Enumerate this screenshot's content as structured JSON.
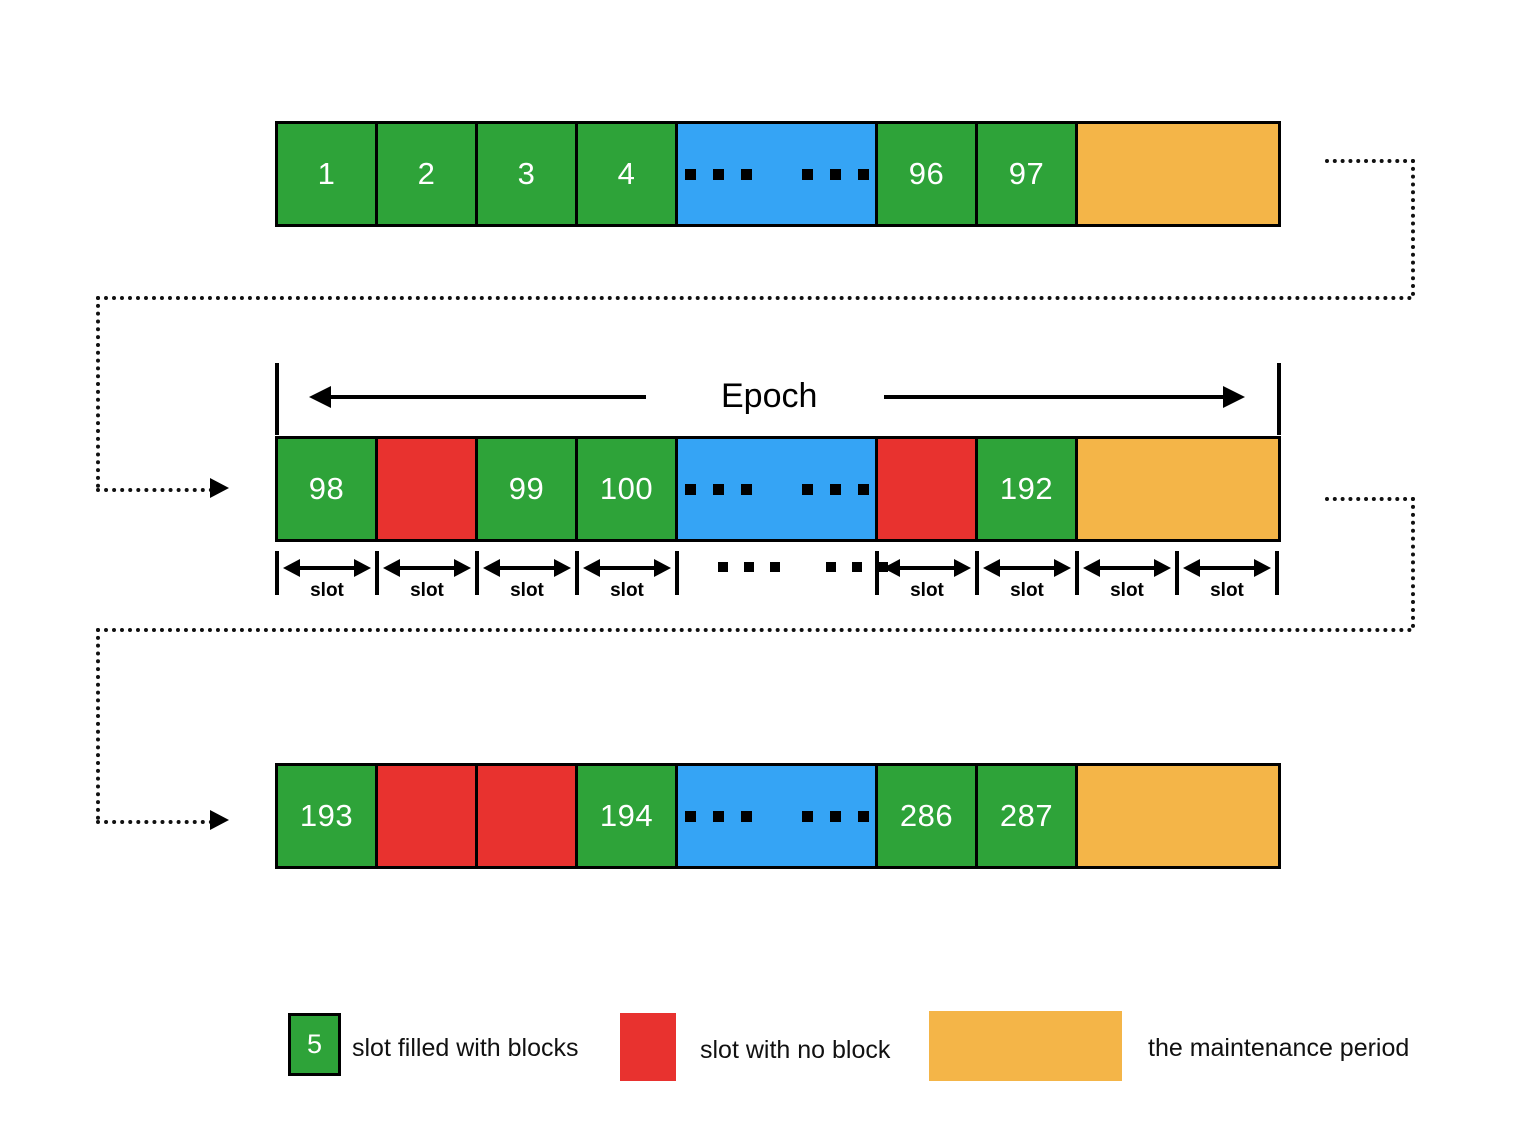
{
  "diagram": {
    "title_label": "Epoch",
    "colors": {
      "green": "#2EA339",
      "red": "#E8322F",
      "blue": "#35A4F5",
      "orange": "#F4B548",
      "outline": "#000000"
    },
    "rows": [
      {
        "name": "row-1",
        "cells": [
          {
            "type": "green",
            "label": "1"
          },
          {
            "type": "green",
            "label": "2"
          },
          {
            "type": "green",
            "label": "3"
          },
          {
            "type": "green",
            "label": "4"
          },
          {
            "type": "blue",
            "label": ""
          },
          {
            "type": "green",
            "label": "96"
          },
          {
            "type": "green",
            "label": "97"
          },
          {
            "type": "orange",
            "label": ""
          }
        ]
      },
      {
        "name": "row-2",
        "cells": [
          {
            "type": "green",
            "label": "98"
          },
          {
            "type": "red",
            "label": ""
          },
          {
            "type": "green",
            "label": "99"
          },
          {
            "type": "green",
            "label": "100"
          },
          {
            "type": "blue",
            "label": ""
          },
          {
            "type": "red",
            "label": ""
          },
          {
            "type": "green",
            "label": "192"
          },
          {
            "type": "orange",
            "label": ""
          }
        ]
      },
      {
        "name": "row-3",
        "cells": [
          {
            "type": "green",
            "label": "193"
          },
          {
            "type": "red",
            "label": ""
          },
          {
            "type": "red",
            "label": ""
          },
          {
            "type": "green",
            "label": "194"
          },
          {
            "type": "blue",
            "label": ""
          },
          {
            "type": "green",
            "label": "286"
          },
          {
            "type": "green",
            "label": "287"
          },
          {
            "type": "orange",
            "label": ""
          }
        ]
      }
    ],
    "slot_ruler": {
      "left_labels": [
        "slot",
        "slot",
        "slot",
        "slot"
      ],
      "right_labels": [
        "slot",
        "slot",
        "slot",
        "slot"
      ]
    },
    "legend": [
      {
        "name": "legend-green",
        "swatch": "green",
        "number": "5",
        "text": "slot filled with blocks"
      },
      {
        "name": "legend-red",
        "swatch": "red",
        "number": "",
        "text": "slot with no block"
      },
      {
        "name": "legend-orange",
        "swatch": "orange",
        "number": "",
        "text": "the maintenance period"
      }
    ]
  }
}
